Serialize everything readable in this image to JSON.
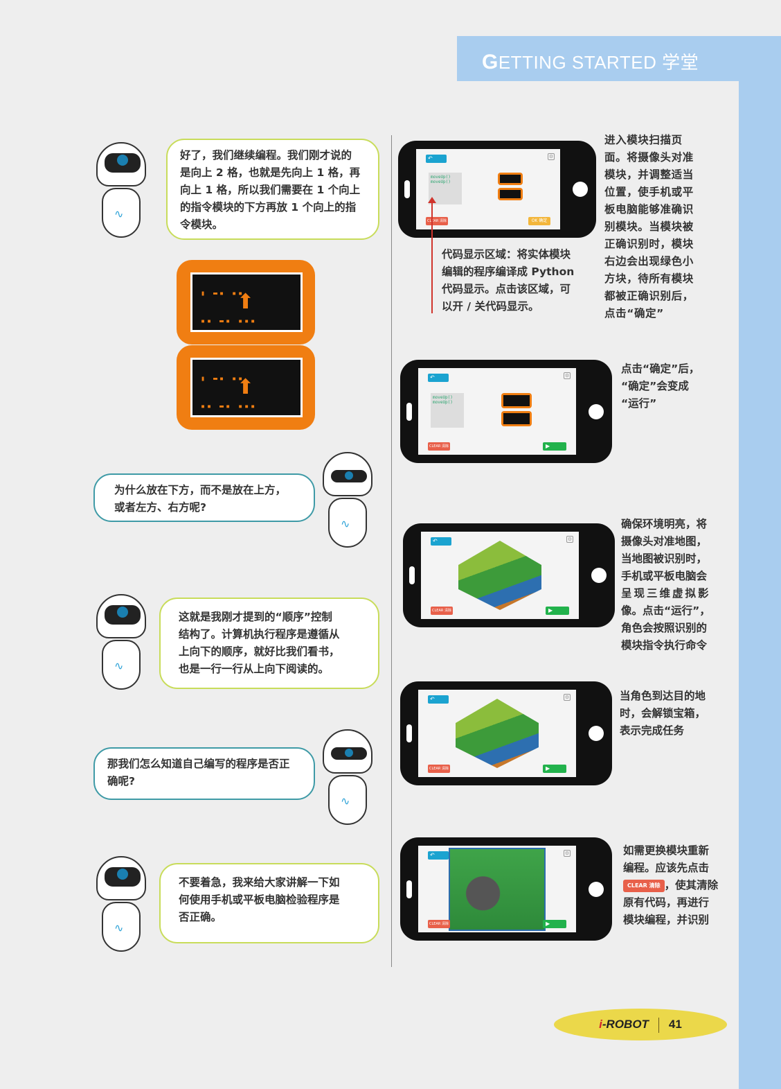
{
  "header": {
    "title_initial": "G",
    "title_rest": "ETTING STARTED 学堂"
  },
  "dialogue": [
    {
      "speaker": "teacher",
      "lines": [
        "好了，我们继续编程。我们刚才说的",
        "是向上 2 格，也就是先向上 1 格，再",
        "向上 1 格，所以我们需要在 1 个向上",
        "的指令模块的下方再放 1 个向上的指",
        "令模块。"
      ]
    },
    {
      "speaker": "student",
      "lines": [
        "为什么放在下方，而不是放在上方，",
        "或者左方、右方呢?"
      ]
    },
    {
      "speaker": "teacher",
      "lines": [
        "这就是我刚才提到的“顺序”控制",
        "结构了。计算机执行程序是遵循从",
        "上向下的顺序，就好比我们看书，",
        "也是一行一行从上向下阅读的。"
      ]
    },
    {
      "speaker": "student",
      "lines": [
        "那我们怎么知道自己编写的程序是否正",
        "确呢?"
      ]
    },
    {
      "speaker": "teacher",
      "lines": [
        "不要着急，我来给大家讲解一下如",
        "何使用手机或平板电脑检验程序是",
        "否正确。"
      ]
    }
  ],
  "app": {
    "back_label": "↶",
    "gear": "⚙",
    "clear_label": "CLEAR 清除",
    "ok_label": "OK 确定",
    "run_label": "▶",
    "code_lines": [
      "moveUp()",
      "moveUp()"
    ]
  },
  "annotation": {
    "lines": [
      "代码显示区域：将实体模块",
      "编辑的程序编译成 Python",
      "代码显示。点击该区域，可",
      "以开 / 关代码显示。"
    ]
  },
  "steps": [
    {
      "lines": [
        "进入模块扫描页",
        "面。将摄像头对准",
        "模块，并调整适当",
        "位置，使手机或平",
        "板电脑能够准确识",
        "别模块。当模块被",
        "正确识别时，模块",
        "右边会出现绿色小",
        "方块，待所有模块",
        "都被正确识别后，",
        "点击“确定”"
      ]
    },
    {
      "lines": [
        "点击“确定”后，",
        "“确定”会变成",
        "“运行”"
      ]
    },
    {
      "lines": [
        "确保环境明亮，将",
        "摄像头对准地图，",
        "当地图被识别时，",
        "手机或平板电脑会",
        "呈现三维虚拟影",
        "像。点击“运行”，",
        "角色会按照识别的",
        "模块指令执行命令"
      ]
    },
    {
      "lines": [
        "当角色到达目的地",
        "时，会解锁宝箱，",
        "表示完成任务"
      ]
    },
    {
      "lines": [
        "如需更换模块重新",
        "编程。应该先点击"
      ],
      "inline_button": "CLEAR 清除",
      "lines_after": [
        "，使其清除",
        "原有代码，再进行",
        "模块编程，并识别"
      ]
    }
  ],
  "footer": {
    "brand_i": "i",
    "brand_rest": "-ROBOT",
    "page": "41"
  },
  "colors": {
    "header_blue": "#a9cdef",
    "bubble_green": "#c8dc5a",
    "bubble_teal": "#3e9aa6",
    "block_orange": "#f07e12",
    "footer_yellow": "#ebd84a"
  }
}
